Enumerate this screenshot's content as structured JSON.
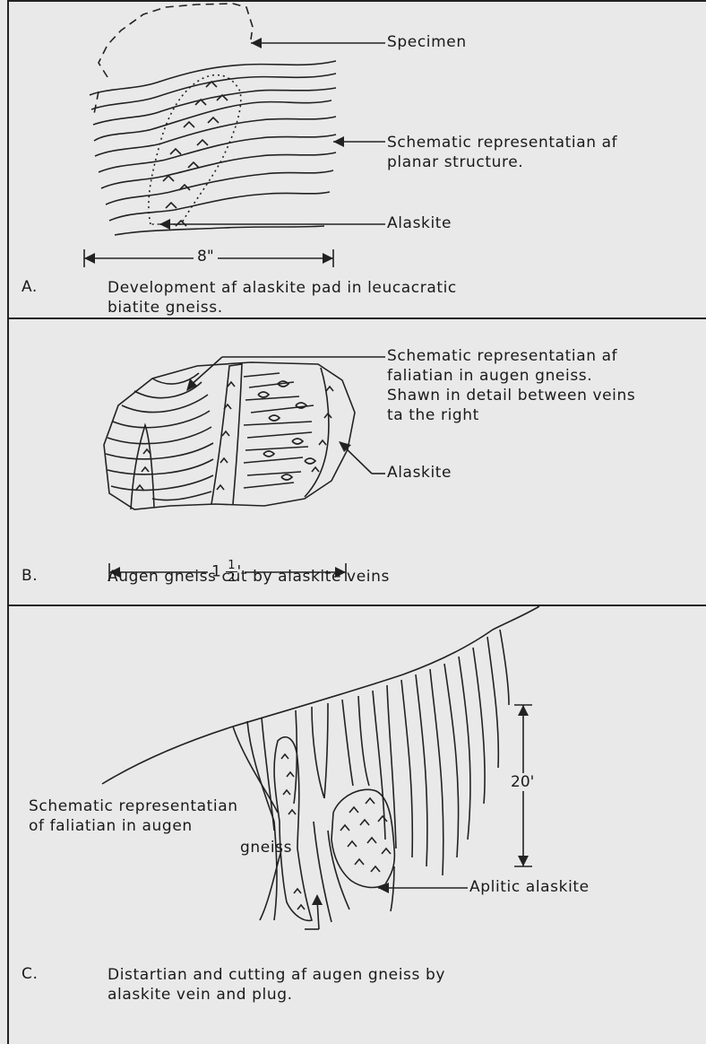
{
  "panel_a": {
    "letter": "A.",
    "caption": "Development af alaskite pad in leucacratic\nbiatite gneiss.",
    "label_specimen": "Specimen",
    "label_planar": "Schematic representatian af\nplanar structure.",
    "label_alaskite": "Alaskite",
    "dimension": "8\""
  },
  "panel_b": {
    "letter": "B.",
    "caption": "Augen gneiss cut by alaskite veins",
    "label_foliation": "Schematic representatian af\nfaliatian in augen gneiss.\nShawn in detail between veins\nta the right",
    "label_alaskite": "Alaskite",
    "dimension_whole": "1",
    "dimension_num": "1",
    "dimension_den": "2",
    "dimension_unit": "'"
  },
  "panel_c": {
    "letter": "C.",
    "caption": "Distartian and cutting af augen gneiss by\nalaskite vein and plug.",
    "label_foliation": "Schematic representatian\nof faliatian in augen",
    "label_gneiss": "gneiss",
    "label_aplitic": "Aplitic alaskite",
    "dimension": "20'"
  }
}
